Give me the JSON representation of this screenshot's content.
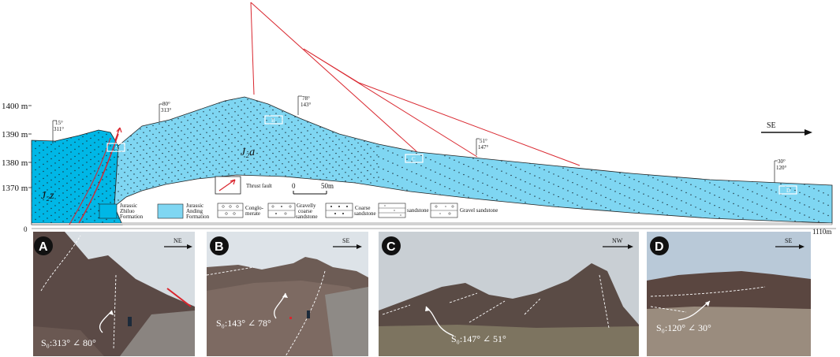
{
  "colors": {
    "zhiluo": "#00b7e6",
    "anding": "#7fd6f2",
    "fault": "#d9262e",
    "outline": "#222222"
  },
  "elevation_labels": [
    "1400 m",
    "1390 m",
    "1380 m",
    "1370 m"
  ],
  "distance_labels": {
    "start": "0",
    "end": "1110m"
  },
  "unit_labels": {
    "zhiluo": "J₂z",
    "anding": "J₂a"
  },
  "direction_label": "SE",
  "attitudes": [
    {
      "dip_direction": "15°",
      "strike": "311°"
    },
    {
      "dip_direction": "80°",
      "strike": "313°"
    },
    {
      "dip_direction": "78°",
      "strike": "143°"
    },
    {
      "dip_direction": "51°",
      "strike": "147°"
    },
    {
      "dip_direction": "30°",
      "strike": "120°"
    }
  ],
  "box_labels": [
    "A",
    "B",
    "C",
    "D"
  ],
  "scale_bar": {
    "start": "0",
    "end": "50m"
  },
  "legend": {
    "fault_label": "Thrust fault",
    "zhiluo_label": [
      "Jurassic",
      "Zhiluo",
      "Formation"
    ],
    "anding_label": [
      "Jurassic",
      "Anding",
      "Formation"
    ],
    "lithologies": [
      {
        "name": [
          "Conglo-",
          "merate"
        ]
      },
      {
        "name": [
          "Gravelly",
          "coarse",
          "sandstone"
        ]
      },
      {
        "name": [
          "Coarse",
          "sandstone"
        ]
      },
      {
        "name": [
          "sandstone"
        ]
      },
      {
        "name": [
          "Gravel sandstone"
        ]
      }
    ]
  },
  "photos": [
    {
      "letter": "A",
      "direction": "NE",
      "attitude": "S₀:313° ∠ 80°"
    },
    {
      "letter": "B",
      "direction": "SE",
      "attitude": "S₀:143° ∠ 78°"
    },
    {
      "letter": "C",
      "direction": "NW",
      "attitude": "S₀:147° ∠ 51°"
    },
    {
      "letter": "D",
      "direction": "SE",
      "attitude": "S₀:120° ∠ 30°"
    }
  ]
}
